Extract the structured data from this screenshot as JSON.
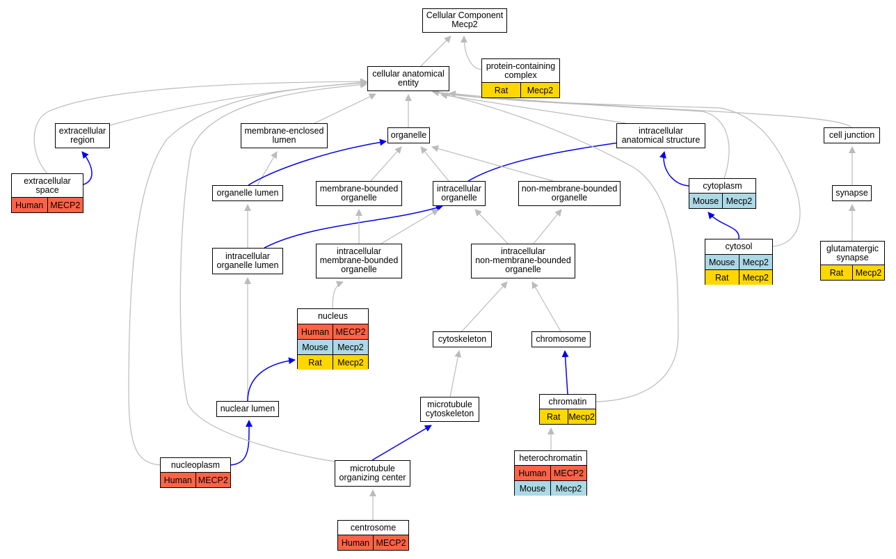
{
  "colors": {
    "edge_is_a": "#bbbbbb",
    "edge_part_of": "#0000ee",
    "human": "#ff6347",
    "mouse": "#add8e6",
    "rat": "#ffd700"
  },
  "nodes": {
    "cellular_component": {
      "label": "Cellular Component\nMecp2",
      "rows": []
    },
    "cellular_anatomical_entity": {
      "label": "cellular anatomical\nentity",
      "rows": []
    },
    "protein_containing_complex": {
      "label": "protein-containing\ncomplex",
      "rows": [
        {
          "species": "Rat",
          "gene": "Mecp2",
          "color": "rat"
        }
      ]
    },
    "extracellular_region": {
      "label": "extracellular\nregion",
      "rows": []
    },
    "membrane_enclosed_lumen": {
      "label": "membrane-enclosed\nlumen",
      "rows": []
    },
    "organelle": {
      "label": "organelle",
      "rows": []
    },
    "intracellular_anatomical_structure": {
      "label": "intracellular\nanatomical structure",
      "rows": []
    },
    "cell_junction": {
      "label": "cell junction",
      "rows": []
    },
    "extracellular_space": {
      "label": "extracellular\nspace",
      "rows": [
        {
          "species": "Human",
          "gene": "MECP2",
          "color": "human"
        }
      ]
    },
    "organelle_lumen": {
      "label": "organelle lumen",
      "rows": []
    },
    "membrane_bounded_organelle": {
      "label": "membrane-bounded\norganelle",
      "rows": []
    },
    "intracellular_organelle": {
      "label": "intracellular\norganelle",
      "rows": []
    },
    "non_membrane_bounded_organelle": {
      "label": "non-membrane-bounded\norganelle",
      "rows": []
    },
    "cytoplasm": {
      "label": "cytoplasm",
      "rows": [
        {
          "species": "Mouse",
          "gene": "Mecp2",
          "color": "mouse"
        }
      ]
    },
    "synapse": {
      "label": "synapse",
      "rows": []
    },
    "intracellular_organelle_lumen": {
      "label": "intracellular\norganelle lumen",
      "rows": []
    },
    "intracellular_membrane_bounded_organelle": {
      "label": "intracellular\nmembrane-bounded\norganelle",
      "rows": []
    },
    "intracellular_non_membrane_bounded_organelle": {
      "label": "intracellular\nnon-membrane-bounded\norganelle",
      "rows": []
    },
    "cytosol": {
      "label": "cytosol",
      "rows": [
        {
          "species": "Mouse",
          "gene": "Mecp2",
          "color": "mouse"
        },
        {
          "species": "Rat",
          "gene": "Mecp2",
          "color": "rat"
        }
      ]
    },
    "glutamatergic_synapse": {
      "label": "glutamatergic\nsynapse",
      "rows": [
        {
          "species": "Rat",
          "gene": "Mecp2",
          "color": "rat"
        }
      ]
    },
    "nucleus": {
      "label": "nucleus",
      "rows": [
        {
          "species": "Human",
          "gene": "MECP2",
          "color": "human"
        },
        {
          "species": "Mouse",
          "gene": "Mecp2",
          "color": "mouse"
        },
        {
          "species": "Rat",
          "gene": "Mecp2",
          "color": "rat"
        }
      ]
    },
    "cytoskeleton": {
      "label": "cytoskeleton",
      "rows": []
    },
    "chromosome": {
      "label": "chromosome",
      "rows": []
    },
    "nuclear_lumen": {
      "label": "nuclear lumen",
      "rows": []
    },
    "microtubule_cytoskeleton": {
      "label": "microtubule\ncytoskeleton",
      "rows": []
    },
    "chromatin": {
      "label": "chromatin",
      "rows": [
        {
          "species": "Rat",
          "gene": "Mecp2",
          "color": "rat"
        }
      ]
    },
    "heterochromatin": {
      "label": "heterochromatin",
      "rows": [
        {
          "species": "Human",
          "gene": "MECP2",
          "color": "human"
        },
        {
          "species": "Mouse",
          "gene": "Mecp2",
          "color": "mouse"
        }
      ]
    },
    "nucleoplasm": {
      "label": "nucleoplasm",
      "rows": [
        {
          "species": "Human",
          "gene": "MECP2",
          "color": "human"
        }
      ]
    },
    "microtubule_organizing_center": {
      "label": "microtubule\norganizing center",
      "rows": []
    },
    "centrosome": {
      "label": "centrosome",
      "rows": [
        {
          "species": "Human",
          "gene": "MECP2",
          "color": "human"
        }
      ]
    }
  },
  "edges": [
    {
      "from": "cellular_anatomical_entity",
      "to": "cellular_component",
      "type": "is_a"
    },
    {
      "from": "protein_containing_complex",
      "to": "cellular_component",
      "type": "is_a"
    },
    {
      "from": "extracellular_region",
      "to": "cellular_anatomical_entity",
      "type": "is_a"
    },
    {
      "from": "membrane_enclosed_lumen",
      "to": "cellular_anatomical_entity",
      "type": "is_a"
    },
    {
      "from": "organelle",
      "to": "cellular_anatomical_entity",
      "type": "is_a"
    },
    {
      "from": "intracellular_anatomical_structure",
      "to": "cellular_anatomical_entity",
      "type": "is_a"
    },
    {
      "from": "cell_junction",
      "to": "cellular_anatomical_entity",
      "type": "is_a"
    },
    {
      "from": "extracellular_space",
      "to": "cellular_anatomical_entity",
      "type": "is_a"
    },
    {
      "from": "extracellular_space",
      "to": "extracellular_region",
      "type": "part_of"
    },
    {
      "from": "organelle_lumen",
      "to": "membrane_enclosed_lumen",
      "type": "is_a"
    },
    {
      "from": "organelle_lumen",
      "to": "organelle",
      "type": "part_of"
    },
    {
      "from": "membrane_bounded_organelle",
      "to": "organelle",
      "type": "is_a"
    },
    {
      "from": "intracellular_organelle",
      "to": "organelle",
      "type": "is_a"
    },
    {
      "from": "intracellular_organelle",
      "to": "intracellular_anatomical_structure",
      "type": "part_of"
    },
    {
      "from": "non_membrane_bounded_organelle",
      "to": "organelle",
      "type": "is_a"
    },
    {
      "from": "cytoplasm",
      "to": "intracellular_anatomical_structure",
      "type": "part_of"
    },
    {
      "from": "cytoplasm",
      "to": "cellular_anatomical_entity",
      "type": "is_a"
    },
    {
      "from": "synapse",
      "to": "cell_junction",
      "type": "is_a"
    },
    {
      "from": "intracellular_organelle_lumen",
      "to": "organelle_lumen",
      "type": "is_a"
    },
    {
      "from": "intracellular_organelle_lumen",
      "to": "intracellular_organelle",
      "type": "part_of"
    },
    {
      "from": "intracellular_membrane_bounded_organelle",
      "to": "membrane_bounded_organelle",
      "type": "is_a"
    },
    {
      "from": "intracellular_membrane_bounded_organelle",
      "to": "intracellular_organelle",
      "type": "is_a"
    },
    {
      "from": "intracellular_non_membrane_bounded_organelle",
      "to": "intracellular_organelle",
      "type": "is_a"
    },
    {
      "from": "intracellular_non_membrane_bounded_organelle",
      "to": "non_membrane_bounded_organelle",
      "type": "is_a"
    },
    {
      "from": "cytosol",
      "to": "cytoplasm",
      "type": "part_of"
    },
    {
      "from": "cytosol",
      "to": "cellular_anatomical_entity",
      "type": "is_a"
    },
    {
      "from": "glutamatergic_synapse",
      "to": "synapse",
      "type": "is_a"
    },
    {
      "from": "nucleus",
      "to": "intracellular_membrane_bounded_organelle",
      "type": "is_a"
    },
    {
      "from": "cytoskeleton",
      "to": "intracellular_non_membrane_bounded_organelle",
      "type": "is_a"
    },
    {
      "from": "chromosome",
      "to": "intracellular_non_membrane_bounded_organelle",
      "type": "is_a"
    },
    {
      "from": "nuclear_lumen",
      "to": "intracellular_organelle_lumen",
      "type": "is_a"
    },
    {
      "from": "nuclear_lumen",
      "to": "nucleus",
      "type": "part_of"
    },
    {
      "from": "microtubule_cytoskeleton",
      "to": "cytoskeleton",
      "type": "is_a"
    },
    {
      "from": "chromatin",
      "to": "chromosome",
      "type": "part_of"
    },
    {
      "from": "chromatin",
      "to": "cellular_anatomical_entity",
      "type": "is_a"
    },
    {
      "from": "heterochromatin",
      "to": "chromatin",
      "type": "is_a"
    },
    {
      "from": "nucleoplasm",
      "to": "nuclear_lumen",
      "type": "part_of"
    },
    {
      "from": "nucleoplasm",
      "to": "cellular_anatomical_entity",
      "type": "is_a"
    },
    {
      "from": "microtubule_organizing_center",
      "to": "microtubule_cytoskeleton",
      "type": "part_of"
    },
    {
      "from": "microtubule_organizing_center",
      "to": "cellular_anatomical_entity",
      "type": "is_a"
    },
    {
      "from": "centrosome",
      "to": "microtubule_organizing_center",
      "type": "is_a"
    }
  ]
}
